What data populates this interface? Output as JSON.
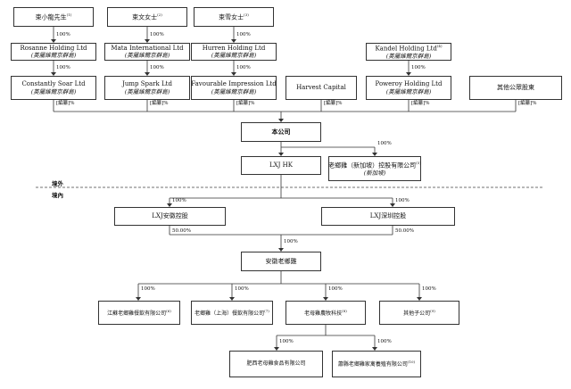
{
  "regions": {
    "offshore": "境外",
    "onshore": "境內"
  },
  "nodes": {
    "shareholder_1": {
      "name": "束小龍先生",
      "mark": "(1)"
    },
    "shareholder_2": {
      "name": "束文女士",
      "mark": "(2)"
    },
    "shareholder_3": {
      "name": "束雪女士",
      "mark": "(3)"
    },
    "rosanne": {
      "name": "Rosanne Holding Ltd",
      "sub": "(英屬維爾京群島)"
    },
    "mata": {
      "name": "Mata International Ltd",
      "sub": "(英屬維爾京群島)"
    },
    "hurren": {
      "name": "Hurren Holding Ltd",
      "sub": "(英屬維爾京群島)"
    },
    "kandel": {
      "name": "Kandel Holding Ltd",
      "mark": "(4)",
      "sub": "(英屬維爾京群島)"
    },
    "constantly_soar": {
      "name": "Constantly Soar Ltd",
      "sub": "(英屬維爾京群島)"
    },
    "jump_spark": {
      "name": "Jump Spark Ltd",
      "sub": "(英屬維爾京群島)"
    },
    "favourable": {
      "name": "Favourable Impression Ltd",
      "sub": "(英屬維爾京群島)"
    },
    "harvest": {
      "name": "Harvest Capital"
    },
    "poweroy": {
      "name": "Poweroy Holding Ltd",
      "sub": "(英屬維爾京群島)"
    },
    "other_public": {
      "name": "其他公眾股東"
    },
    "company": {
      "name": "本公司"
    },
    "lxj_hk": {
      "name": "LXJ HK"
    },
    "lxj_sg": {
      "name": "老鄉雞（新加坡）控股有限公司",
      "mark": "(5)",
      "sub": "(新加坡)"
    },
    "lxj_anhui_holding": {
      "name": "LXJ安徽控股"
    },
    "lxj_shenzhen_holding": {
      "name": "LXJ深圳控股"
    },
    "anhui_lxj": {
      "name": "安徽老鄉雞"
    },
    "jiangsu": {
      "name": "江蘇老鄉雞餐飲有限公司",
      "mark": "(6)"
    },
    "shanghai": {
      "name": "老鄉雞（上海）餐飲有限公司",
      "mark": "(7)"
    },
    "laomuji_tech": {
      "name": "老母雞農牧科技",
      "mark": "(8)"
    },
    "other_subs": {
      "name": "其他子公司",
      "mark": "(9)"
    },
    "hefei_food": {
      "name": "肥西老母雞食品有限公司"
    },
    "laomuji_breeding": {
      "name": "蕭縣老鄉雞家禽養殖有限公司",
      "mark": "(10)"
    }
  },
  "edges": {
    "p100": "100%",
    "p50": "50.00%",
    "redacted": "[編纂]%"
  }
}
